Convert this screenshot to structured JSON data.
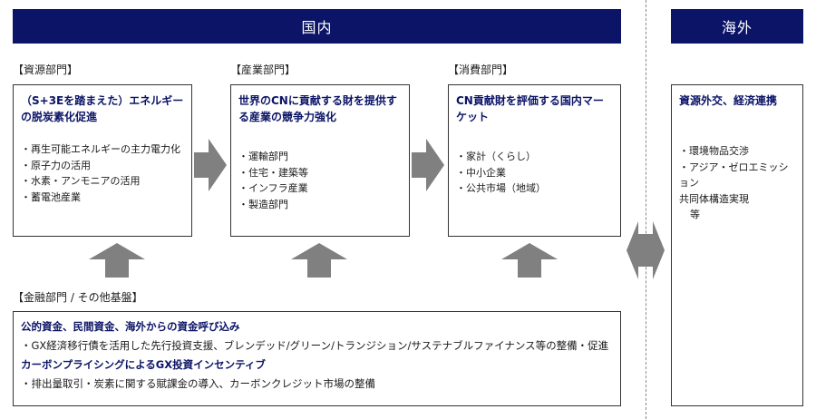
{
  "banners": {
    "domestic": "国内",
    "overseas": "海外"
  },
  "sections": {
    "resource": {
      "label": "【資源部門】",
      "title": "（S+3Eを踏まえた）エネルギーの脱炭素化促進",
      "items": [
        "・再生可能エネルギーの主力電力化",
        "・原子力の活用",
        "・水素・アンモニアの活用",
        "・蓄電池産業"
      ]
    },
    "industry": {
      "label": "【産業部門】",
      "title": "世界のCNに貢献する財を提供する産業の競争力強化",
      "items": [
        "・運輸部門",
        "・住宅・建築等",
        "・インフラ産業",
        "・製造部門"
      ]
    },
    "consumption": {
      "label": "【消費部門】",
      "title": "CN貢献財を評価する国内マーケット",
      "items": [
        "・家計（くらし）",
        "・中小企業",
        "・公共市場（地域）"
      ]
    },
    "overseas_box": {
      "title": "資源外交、経済連携",
      "items": [
        "・環境物品交渉",
        "・アジア・ゼロエミッション",
        "共同体構造実現",
        "等"
      ]
    },
    "finance": {
      "label": "【金融部門 / その他基盤】",
      "line1": "公的資金、民間資金、海外からの資金呼び込み",
      "line2": "・GX経済移行債を活用した先行投資支援、ブレンデッド/グリーン/トランジション/サステナブルファイナンス等の整備・促進",
      "line3": "カーボンプライシングによるGX投資インセンティブ",
      "line4": "・排出量取引・炭素に関する賦課金の導入、カーボンクレジット市場の整備"
    }
  },
  "colors": {
    "banner": "#0b1466",
    "title_text": "#0b1466",
    "arrow": "#808080"
  }
}
